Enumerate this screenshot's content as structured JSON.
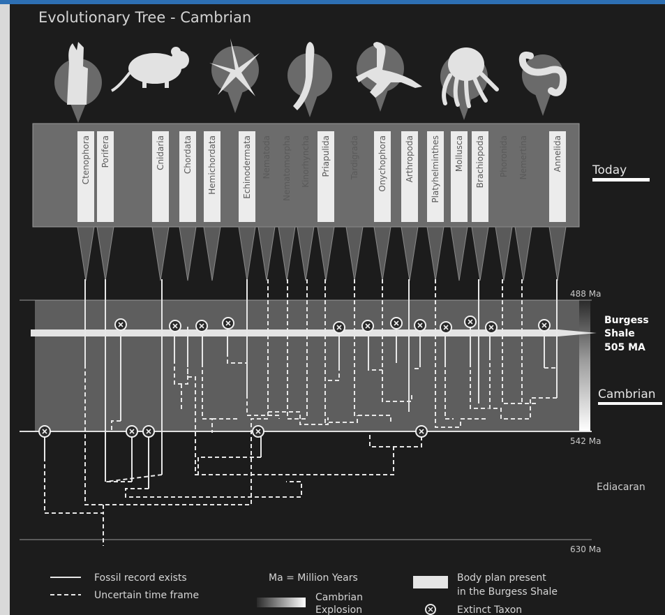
{
  "title": "Evolutionary Tree - Cambrian",
  "phyla": [
    "Ctenophora",
    "Porifera",
    "Cnidaria",
    "Chordata",
    "Hemichordata",
    "Echinodermata",
    "Nematoda",
    "Nematomorpha",
    "Kinorhyncha",
    "Priapulida",
    "Tardigrada",
    "Onychophora",
    "Arthropoda",
    "Platyhelminthes",
    "Mollusca",
    "Brachiopoda",
    "Phoronida",
    "Nemertina",
    "Annelida"
  ],
  "burgess_present": [
    true,
    true,
    true,
    true,
    true,
    true,
    false,
    false,
    false,
    true,
    false,
    true,
    true,
    true,
    true,
    true,
    false,
    false,
    true
  ],
  "time_labels": {
    "t488": "488 Ma",
    "t542": "542 Ma",
    "t630": "630 Ma"
  },
  "periods": {
    "today": "Today",
    "cambrian": "Cambrian",
    "ediacaran": "Ediacaran"
  },
  "burgess_shale": {
    "line1": "Burgess",
    "line2": "Shale",
    "line3": "505 MA"
  },
  "legend": {
    "fossil": "Fossil record exists",
    "uncertain": "Uncertain time frame",
    "ma_def": "Ma = Million Years",
    "explosion_1": "Cambrian",
    "explosion_2": "Explosion",
    "body_1": "Body plan present",
    "body_2": "in the Burgess Shale",
    "extinct": "Extinct Taxon"
  },
  "icons": [
    "sponge-icon",
    "mouse-icon",
    "starfish-icon",
    "priapulid-icon",
    "scorpion-icon",
    "octopus-icon",
    "worm-icon"
  ],
  "colors": {
    "background": "#1c1c1c",
    "band": "#5e5e5e",
    "panel": "#6c6c6c",
    "label_bg": "#ececec",
    "line": "#e8e8e8",
    "accent": "#2d6fb3"
  }
}
